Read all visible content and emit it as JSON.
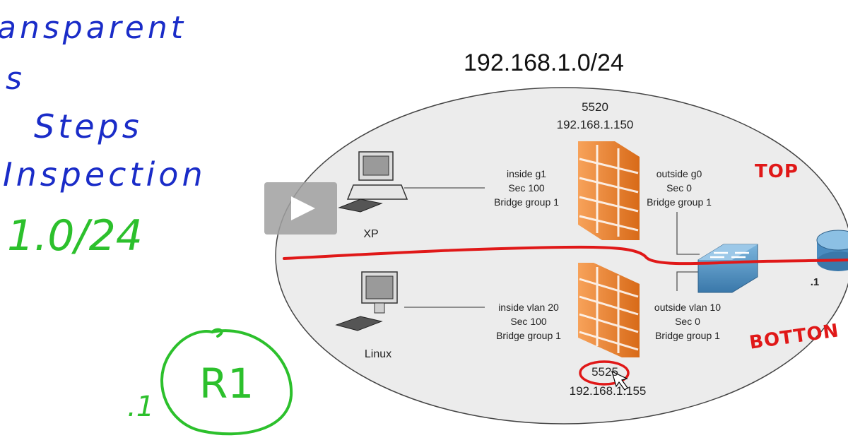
{
  "handwriting": {
    "line1": "ansparent",
    "line2": "s",
    "line3": "Steps",
    "line4": "Inspection",
    "network": "1.0/24",
    "r1_label": "R1",
    "r1_dot": ".1",
    "top": "TOP",
    "bottom": "BOTTON"
  },
  "diagram": {
    "network": "192.168.1.0/24",
    "fw_top": {
      "model": "5520",
      "ip": "192.168.1.150"
    },
    "fw_bottom": {
      "model": "5525",
      "ip": "192.168.1.155"
    },
    "xp": {
      "name": "XP"
    },
    "linux": {
      "name": "Linux"
    },
    "top_inside": [
      "inside g1",
      "Sec 100",
      "Bridge group 1"
    ],
    "top_outside": [
      "outside g0",
      "Sec 0",
      "Bridge group 1"
    ],
    "bottom_inside": [
      "inside vlan 20",
      "Sec 100",
      "Bridge group 1"
    ],
    "bottom_outside": [
      "outside vlan 10",
      "Sec 0",
      "Bridge group 1"
    ],
    "router_addr": ".1"
  },
  "colors": {
    "firewall": "#f08a30",
    "switch": "#4a8cc0",
    "pen_red": "#e01818",
    "pen_green": "#2cc02c",
    "pen_blue": "#1a2cc8"
  }
}
